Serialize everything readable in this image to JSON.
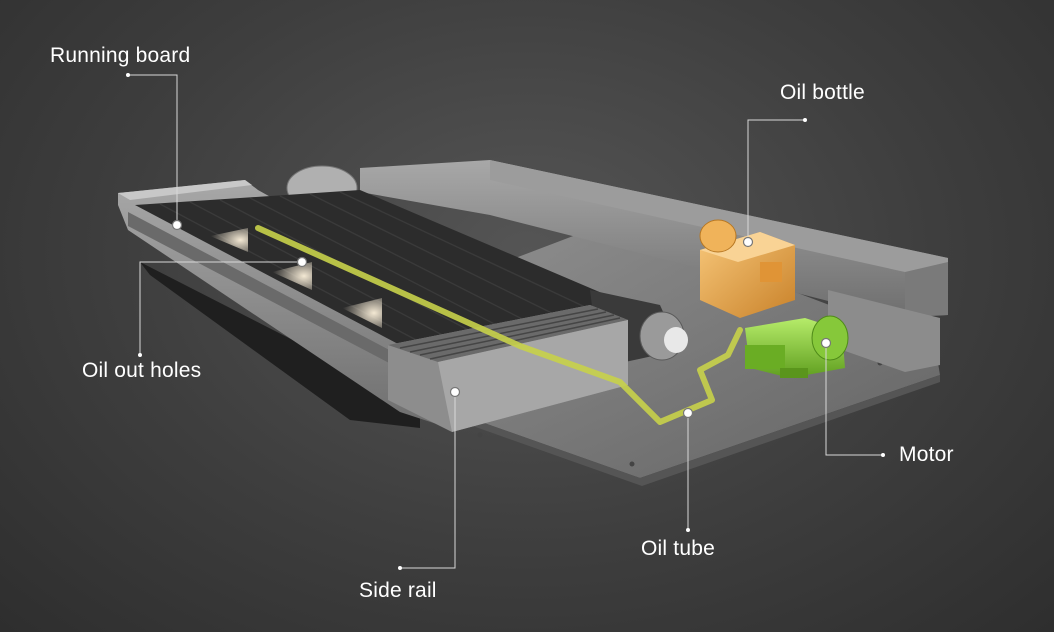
{
  "labels": {
    "running_board": "Running board",
    "oil_bottle": "Oil bottle",
    "oil_out_holes": "Oil out holes",
    "motor": "Motor",
    "oil_tube": "Oil tube",
    "side_rail": "Side rail"
  },
  "colors": {
    "background": "#3e3e3e",
    "frame": "#8a8a8a",
    "belt": "#2c2c2c",
    "oil_bottle": "#e6a545",
    "motor": "#8fd13a",
    "oil_tube": "#c8d24a",
    "label_text": "#ffffff"
  }
}
